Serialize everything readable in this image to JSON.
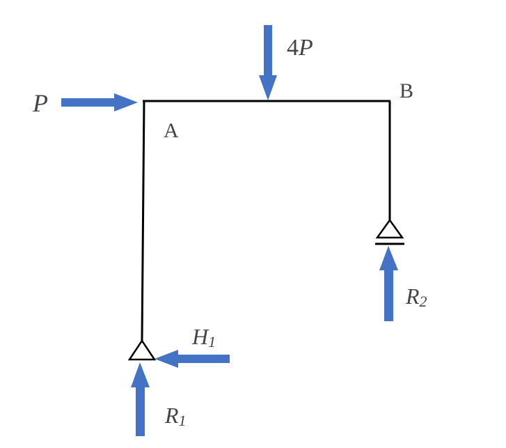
{
  "colors": {
    "arrow": "#4472c4",
    "frame": "#000000",
    "text": "#444444",
    "background": "#ffffff"
  },
  "labels": {
    "load_horizontal": "P",
    "load_vertical_coef": "4",
    "load_vertical_sym": "P",
    "node_a": "A",
    "node_b": "B",
    "reaction_h1_sym": "H",
    "reaction_h1_sub": "1",
    "reaction_r1_sym": "R",
    "reaction_r1_sub": "1",
    "reaction_r2_sym": "R",
    "reaction_r2_sub": "2"
  }
}
